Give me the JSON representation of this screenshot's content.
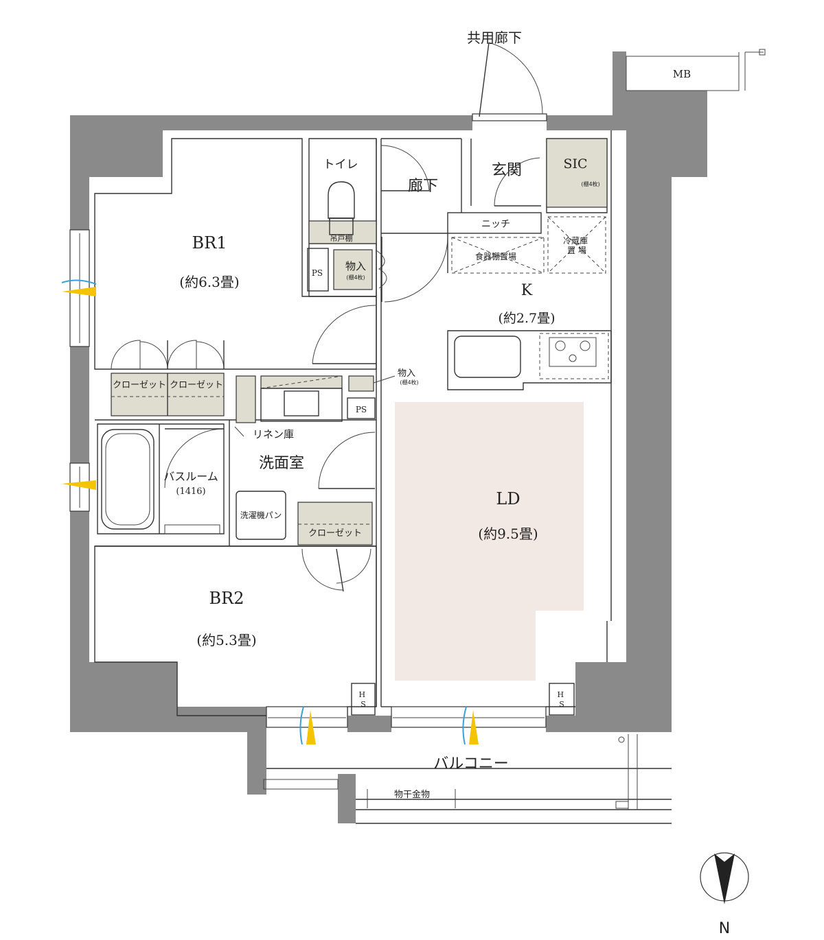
{
  "colors": {
    "wall": "#8a8a8a",
    "storage": "#deddd0",
    "ld_floor": "#f3e9e4",
    "airflow_yellow": "#f5c400",
    "airflow_blue": "#3aa0d8"
  },
  "labels": {
    "shared_corridor": "共用廊下",
    "mb": "MB",
    "toilet": "トイレ",
    "hallway": "廊下",
    "entrance": "玄関",
    "sic": "SIC",
    "sic_shelf": "(棚4枚)",
    "niche": "ニッチ",
    "fridge_space": "冷蔵庫\n置 場",
    "dish_cabinet_space": "食器棚置場",
    "hanging_cabinet": "吊戸棚",
    "storage_1": "物入",
    "storage_1_shelf": "(棚4枚)",
    "storage_2": "物入",
    "storage_2_shelf": "(棚4枚)",
    "ps_1": "PS",
    "ps_2": "PS",
    "br1": "BR1",
    "br1_size": "(約6.3畳)",
    "kitchen": "K",
    "kitchen_size": "(約2.7畳)",
    "closet_1": "クローゼット",
    "closet_2": "クローゼット",
    "closet_3": "クローゼット",
    "linen": "リネン庫",
    "washroom": "洗面室",
    "bathroom": "バスルーム",
    "bathroom_size": "(1416)",
    "washer_pan": "洗濯機パン",
    "ld": "LD",
    "ld_size": "(約9.5畳)",
    "br2": "BR2",
    "br2_size": "(約5.3畳)",
    "hs_1": "H\nS",
    "hs_2": "H\nS",
    "balcony": "バルコニー",
    "drying_hardware": "物干金物",
    "north": "N"
  }
}
